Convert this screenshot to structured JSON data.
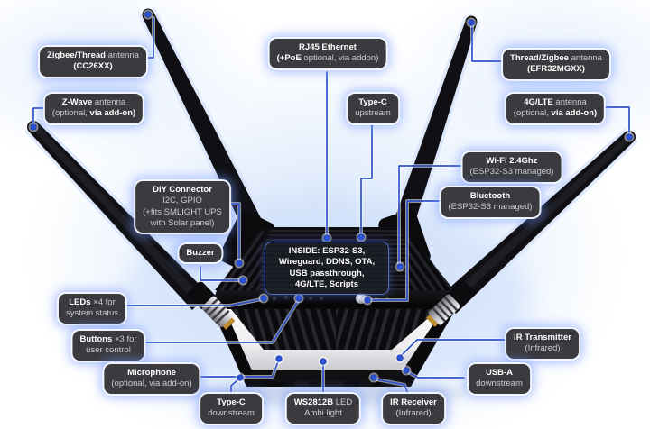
{
  "diagram": {
    "type": "hardware-callout-diagram",
    "subject": "IoT router / smart home hub with four external antennas",
    "colors": {
      "callout_bg": "#3a3a3f",
      "callout_text_primary": "#ffffff",
      "callout_text_secondary": "#c9ccd4",
      "connector_line": "#2e52c8",
      "connector_dot": "#2b51d4",
      "glow": "#9db8ff",
      "device_body": "#0a0a0c",
      "light_band": "#f2f2f4"
    },
    "callouts": [
      {
        "id": "zigbee_thread",
        "lines": [
          [
            {
              "t": "Zigbee/Thread",
              "b": true
            },
            {
              "t": " antenna",
              "b": false
            }
          ],
          [
            {
              "t": "(CC26XX)",
              "b": true
            }
          ]
        ]
      },
      {
        "id": "zwave",
        "lines": [
          [
            {
              "t": "Z-Wave",
              "b": true
            },
            {
              "t": " antenna",
              "b": false
            }
          ],
          [
            {
              "t": "(optional, ",
              "b": false
            },
            {
              "t": "via add-on)",
              "b": true
            }
          ]
        ]
      },
      {
        "id": "rj45",
        "lines": [
          [
            {
              "t": "RJ45 Ethernet",
              "b": true
            }
          ],
          [
            {
              "t": "(+PoE",
              "b": true
            },
            {
              "t": " optional, via addon)",
              "b": false
            }
          ]
        ]
      },
      {
        "id": "typec_up",
        "lines": [
          [
            {
              "t": "Type-C",
              "b": true
            }
          ],
          [
            {
              "t": "upstream",
              "b": false
            }
          ]
        ]
      },
      {
        "id": "thread_zigbee",
        "lines": [
          [
            {
              "t": "Thread/Zigbee",
              "b": true
            },
            {
              "t": " antenna",
              "b": false
            }
          ],
          [
            {
              "t": "(EFR32MGXX)",
              "b": true
            }
          ]
        ]
      },
      {
        "id": "lte",
        "lines": [
          [
            {
              "t": "4G/LTE",
              "b": true
            },
            {
              "t": " antenna",
              "b": false
            }
          ],
          [
            {
              "t": "(optional, ",
              "b": false
            },
            {
              "t": "via add-on)",
              "b": true
            }
          ]
        ]
      },
      {
        "id": "diy",
        "lines": [
          [
            {
              "t": "DIY Connector",
              "b": true
            }
          ],
          [
            {
              "t": "I2C, GPIO",
              "b": false
            }
          ],
          [
            {
              "t": "(+fits SMLIGHT UPS",
              "b": false
            }
          ],
          [
            {
              "t": "with Solar panel)",
              "b": false
            }
          ]
        ]
      },
      {
        "id": "buzzer",
        "lines": [
          [
            {
              "t": "Buzzer",
              "b": true
            }
          ]
        ]
      },
      {
        "id": "inside",
        "lines": [
          [
            {
              "t": "INSIDE: ESP32-S3,",
              "b": true
            }
          ],
          [
            {
              "t": "Wireguard, DDNS, OTA,",
              "b": true
            }
          ],
          [
            {
              "t": "USB passthrough,",
              "b": true
            }
          ],
          [
            {
              "t": "4G/LTE, Scripts",
              "b": true
            }
          ]
        ]
      },
      {
        "id": "wifi",
        "lines": [
          [
            {
              "t": "Wi-Fi 2.4Ghz",
              "b": true
            }
          ],
          [
            {
              "t": "(ESP32-S3 managed)",
              "b": false
            }
          ]
        ]
      },
      {
        "id": "bluetooth",
        "lines": [
          [
            {
              "t": "Bluetooth",
              "b": true
            }
          ],
          [
            {
              "t": "(ESP32-S3 managed)",
              "b": false
            }
          ]
        ]
      },
      {
        "id": "leds",
        "lines": [
          [
            {
              "t": "LEDs",
              "b": true
            },
            {
              "t": " ×4 for",
              "b": false
            }
          ],
          [
            {
              "t": "system status",
              "b": false
            }
          ]
        ]
      },
      {
        "id": "buttons",
        "lines": [
          [
            {
              "t": "Buttons",
              "b": true
            },
            {
              "t": " ×3 for",
              "b": false
            }
          ],
          [
            {
              "t": "user control",
              "b": false
            }
          ]
        ]
      },
      {
        "id": "microphone",
        "lines": [
          [
            {
              "t": "Microphone",
              "b": true
            }
          ],
          [
            {
              "t": "(optional, via add-on)",
              "b": false
            }
          ]
        ]
      },
      {
        "id": "typec_down",
        "lines": [
          [
            {
              "t": "Type-C",
              "b": true
            }
          ],
          [
            {
              "t": "downstream",
              "b": false
            }
          ]
        ]
      },
      {
        "id": "ws2812b",
        "lines": [
          [
            {
              "t": "WS2812B",
              "b": true
            },
            {
              "t": " LED",
              "b": false
            }
          ],
          [
            {
              "t": "Ambi light",
              "b": false
            }
          ]
        ]
      },
      {
        "id": "ir_recv",
        "lines": [
          [
            {
              "t": "IR Receiver",
              "b": true
            }
          ],
          [
            {
              "t": "(Infrared)",
              "b": false
            }
          ]
        ]
      },
      {
        "id": "ir_tx",
        "lines": [
          [
            {
              "t": "IR Transmitter",
              "b": true
            }
          ],
          [
            {
              "t": "(Infrared)",
              "b": false
            }
          ]
        ]
      },
      {
        "id": "usba",
        "lines": [
          [
            {
              "t": "USB-A",
              "b": true
            }
          ],
          [
            {
              "t": "downstream",
              "b": false
            }
          ]
        ]
      }
    ]
  }
}
